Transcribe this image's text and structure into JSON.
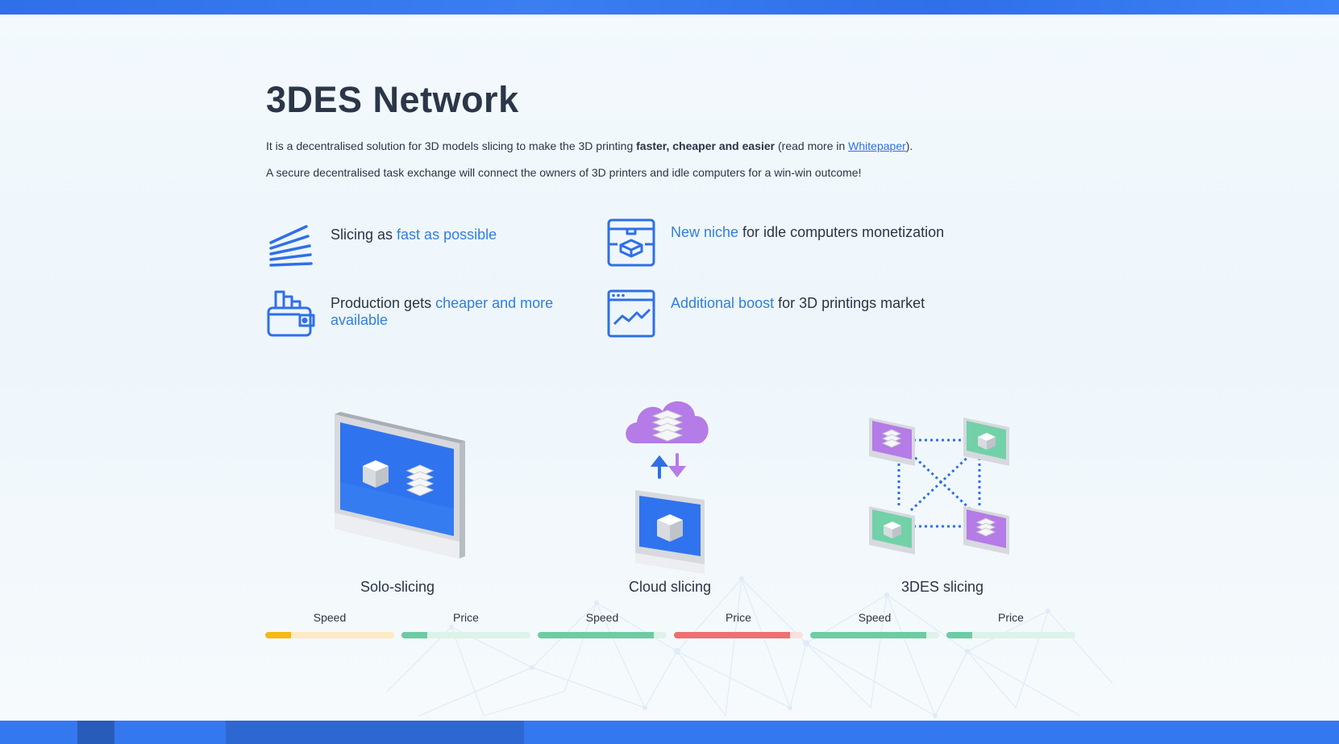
{
  "title": "3DES Network",
  "intro": {
    "p1_prefix": "It is a decentralised solution for 3D models slicing to make the 3D printing ",
    "p1_bold": "faster, cheaper and easier",
    "p1_mid": " (read more in ",
    "p1_link": "Whitepaper",
    "p1_suffix": ").",
    "p2": "A secure decentralised task exchange will connect the owners of 3D printers and idle computers for a win-win outcome!"
  },
  "features": [
    {
      "icon": "layers-fan-icon",
      "pre": "Slicing as ",
      "highlight": "fast as possible",
      "post": ""
    },
    {
      "icon": "printer-box-icon",
      "pre": "",
      "highlight": "New niche",
      "post": " for idle computers monetization"
    },
    {
      "icon": "wallet-icon",
      "pre": "Production gets ",
      "highlight": "cheaper and more available",
      "post": ""
    },
    {
      "icon": "browser-chart-icon",
      "pre": "",
      "highlight": "Additional boost",
      "post": " for 3D printings market"
    }
  ],
  "comparisons": [
    {
      "label": "Solo-slicing",
      "icon": "monitor-icon",
      "bars": [
        {
          "label": "Speed",
          "value": 0.2,
          "color": "#f5b914",
          "track": "#fdebc4"
        },
        {
          "label": "Price",
          "value": 0.2,
          "color": "#6dcca3",
          "track": "#ddf2e9"
        }
      ]
    },
    {
      "label": "Cloud slicing",
      "icon": "cloud-computer-icon",
      "bars": [
        {
          "label": "Speed",
          "value": 0.9,
          "color": "#6dcca3",
          "track": "#ddf2e9"
        },
        {
          "label": "Price",
          "value": 0.9,
          "color": "#ee7070",
          "track": "#fbe0e0"
        }
      ]
    },
    {
      "label": "3DES slicing",
      "icon": "network-computers-icon",
      "bars": [
        {
          "label": "Speed",
          "value": 0.9,
          "color": "#6dcca3",
          "track": "#ddf2e9"
        },
        {
          "label": "Price",
          "value": 0.2,
          "color": "#6dcca3",
          "track": "#ddf2e9"
        }
      ]
    }
  ],
  "colors": {
    "accent": "#2f7fe0",
    "band": "#3478f0"
  }
}
